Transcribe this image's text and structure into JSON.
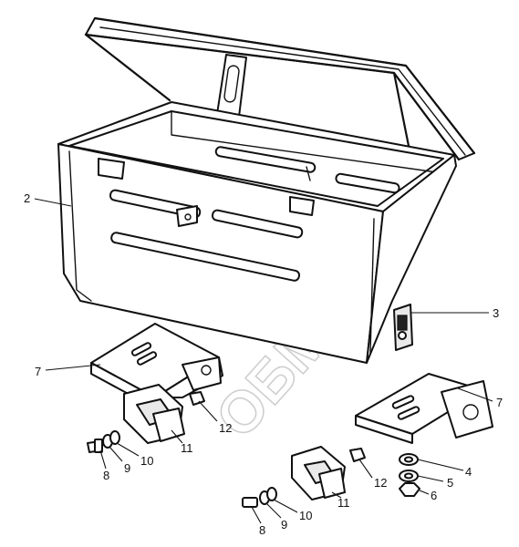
{
  "watermark": "ОБМЕН",
  "callouts": {
    "c2": "2",
    "c3": "3",
    "c7a": "7",
    "c7b": "7",
    "c4": "4",
    "c5": "5",
    "c6": "6",
    "c8a": "8",
    "c9a": "9",
    "c10a": "10",
    "c11a": "11",
    "c12a": "12",
    "c8b": "8",
    "c9b": "9",
    "c10b": "10",
    "c11b": "11",
    "c12b": "12"
  }
}
